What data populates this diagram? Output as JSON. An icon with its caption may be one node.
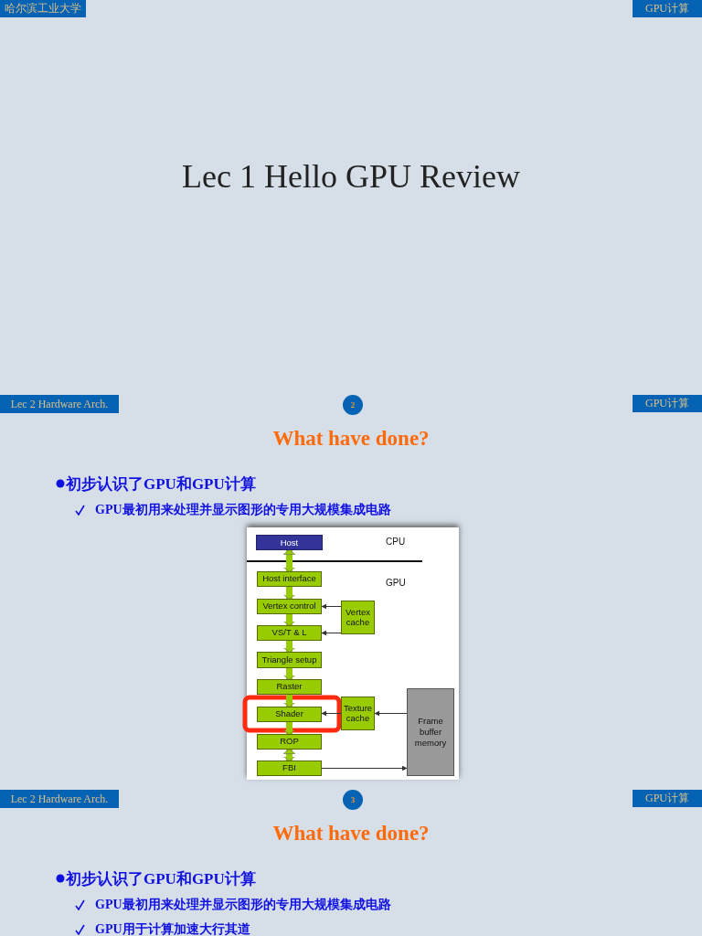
{
  "diagram": {
    "title": "Lec 1 Hello GPU Review",
    "nodes": [
      {
        "text": [
          "哈尔滨工业大学"
        ]
      },
      {
        "text": [
          "GPU计算"
        ]
      },
      {
        "text": [
          "Lec 2 Hardware Arch."
        ]
      },
      {
        "text": [
          "2"
        ]
      },
      {
        "text": [
          "GPU计算"
        ]
      },
      {
        "text": [
          "Host"
        ]
      },
      {
        "text": [
          "Host interface"
        ]
      },
      {
        "text": [
          "Vertex control"
        ]
      },
      {
        "text": [
          "VS/T & L"
        ]
      },
      {
        "text": [
          "Vertex cache"
        ]
      },
      {
        "text": [
          "Triangle setup"
        ]
      },
      {
        "text": [
          "Raster"
        ]
      },
      {
        "text": [
          "Shader"
        ]
      },
      {
        "text": [
          "Texture cache"
        ]
      },
      {
        "text": [
          "Frame buffer memory"
        ]
      },
      {
        "text": [
          "ROP"
        ]
      },
      {
        "text": [
          "FBI"
        ]
      },
      {
        "text": [
          "Lec 2 Hardware Arch."
        ]
      },
      {
        "text": [
          "3"
        ]
      },
      {
        "text": [
          "GPU计算"
        ]
      }
    ],
    "edges": [
      {
        "from": 5,
        "to": 6,
        "arrow": "both"
      },
      {
        "from": 6,
        "to": 7,
        "arrow": "to"
      },
      {
        "from": 7,
        "to": 8,
        "arrow": "to"
      },
      {
        "from": 8,
        "to": 10,
        "arrow": "to"
      },
      {
        "from": 10,
        "to": 11,
        "arrow": "to"
      },
      {
        "from": 11,
        "to": 12,
        "arrow": "to"
      },
      {
        "from": 12,
        "to": 15,
        "arrow": "to"
      },
      {
        "from": 15,
        "to": 16,
        "arrow": "both"
      },
      {
        "from": 9,
        "to": 7,
        "arrow": "to",
        "color": "#333333"
      },
      {
        "from": 9,
        "to": 8,
        "arrow": "to",
        "color": "#333333"
      },
      {
        "from": 13,
        "to": 12,
        "arrow": "to",
        "color": "#333333"
      },
      {
        "from": 14,
        "to": 13,
        "arrow": "to",
        "color": "#333333"
      },
      {
        "from": 16,
        "to": 14,
        "arrow": "to",
        "color": "#333333"
      }
    ],
    "labels": [
      "What have done?",
      "初步认识了GPU和GPU计算",
      "GPU最初用来处理并显示图形的专用大规模集成电路",
      "CPU",
      "GPU",
      "What have done?",
      "初步认识了GPU和GPU计算",
      "GPU最初用来处理并显示图形的专用大规模集成电路",
      "GPU用于计算加速大行其道"
    ]
  }
}
